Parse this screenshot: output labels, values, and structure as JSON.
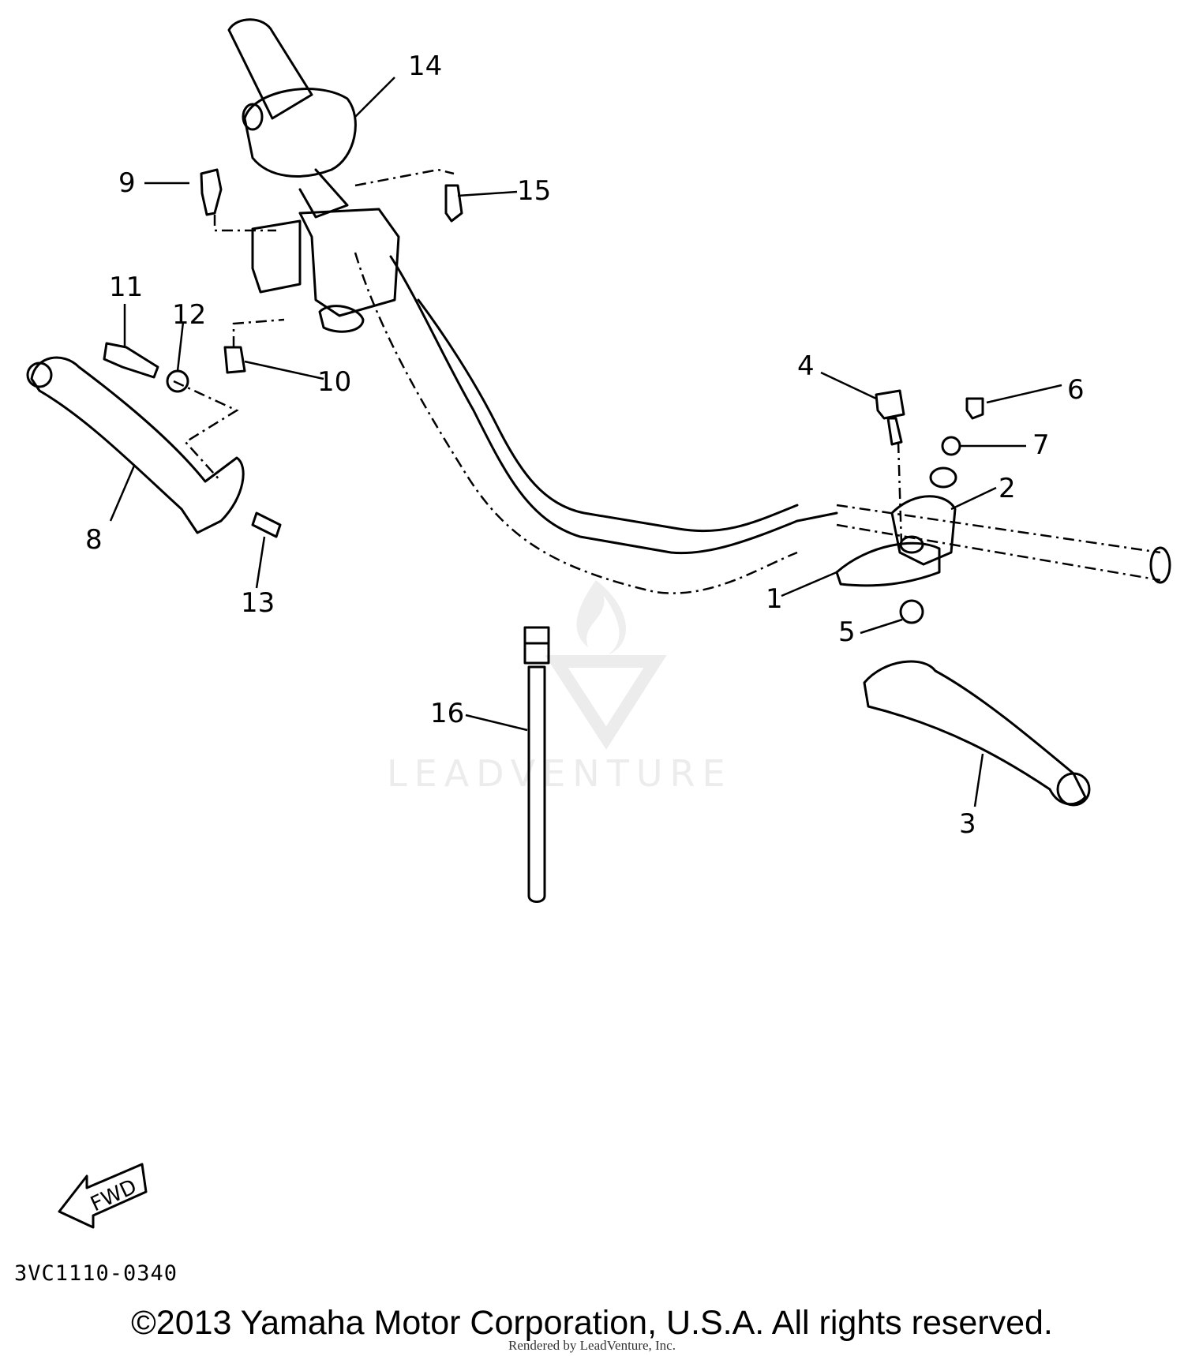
{
  "diagram": {
    "callouts": [
      {
        "number": "1"
      },
      {
        "number": "2"
      },
      {
        "number": "3"
      },
      {
        "number": "4"
      },
      {
        "number": "5"
      },
      {
        "number": "6"
      },
      {
        "number": "7"
      },
      {
        "number": "8"
      },
      {
        "number": "9"
      },
      {
        "number": "10"
      },
      {
        "number": "11"
      },
      {
        "number": "12"
      },
      {
        "number": "13"
      },
      {
        "number": "14"
      },
      {
        "number": "15"
      },
      {
        "number": "16"
      }
    ],
    "fwd_label": "FWD",
    "watermark_text": "LEADVENTURE"
  },
  "footer": {
    "code": "3VC1110-0340",
    "copyright": "©2013 Yamaha Motor Corporation, U.S.A. All rights reserved.",
    "rendered_by": "Rendered by LeadVenture, Inc."
  }
}
